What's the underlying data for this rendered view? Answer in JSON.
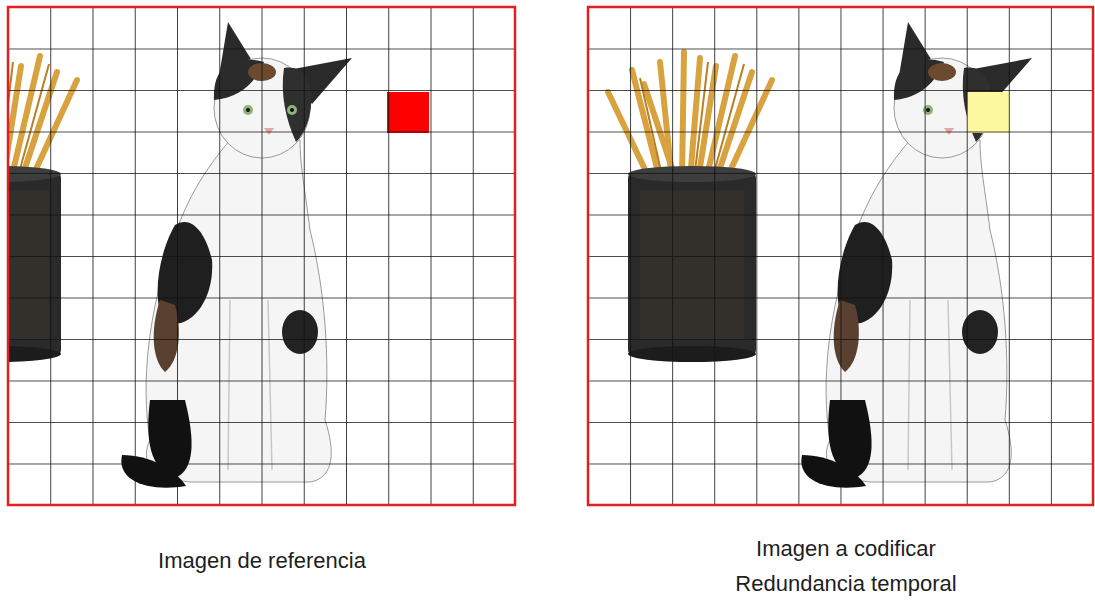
{
  "diagram": {
    "labels": [
      "Imagen de referencia",
      "Imagen a codificar",
      "Redundancia temporal"
    ]
  }
}
